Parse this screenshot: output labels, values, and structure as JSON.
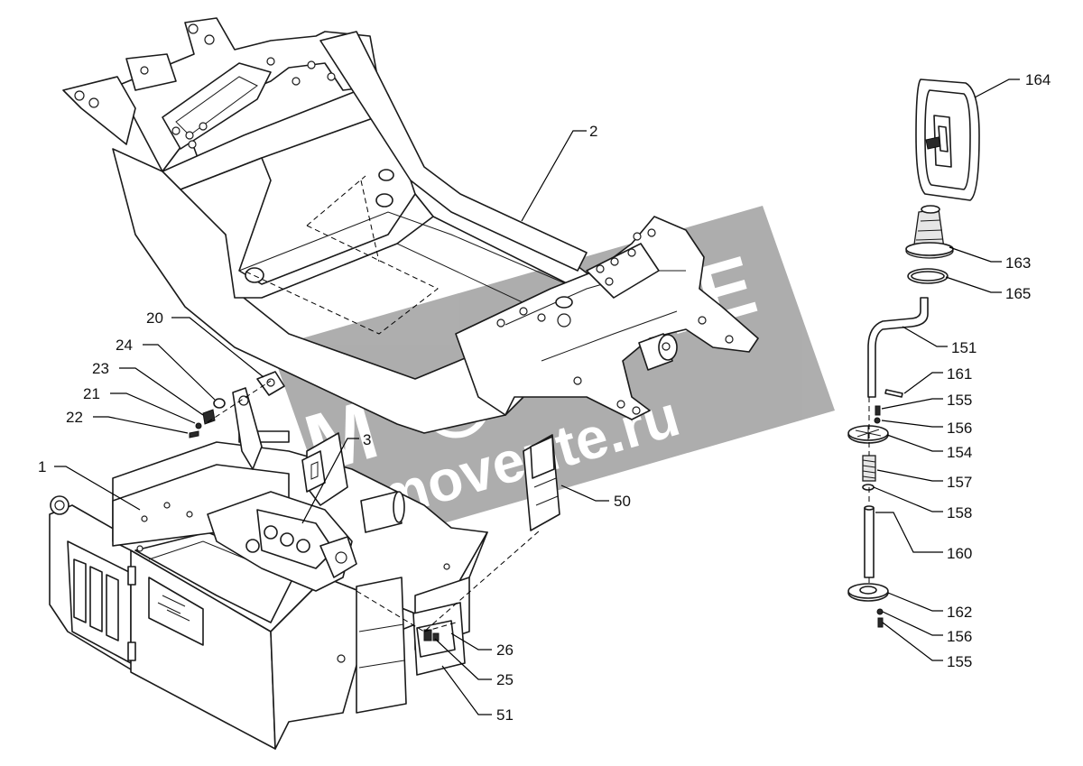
{
  "labels": {
    "l1": "1",
    "l2": "2",
    "l3": "3",
    "l20": "20",
    "l21": "21",
    "l22": "22",
    "l23": "23",
    "l24": "24",
    "l25": "25",
    "l26": "26",
    "l50": "50",
    "l51": "51",
    "l151": "151",
    "l154": "154",
    "l155a": "155",
    "l155b": "155",
    "l156a": "156",
    "l156b": "156",
    "l157": "157",
    "l158": "158",
    "l160": "160",
    "l161": "161",
    "l162": "162",
    "l163": "163",
    "l164": "164",
    "l165": "165"
  },
  "watermark": {
    "logo_left": "M",
    "logo_right": "VENTE",
    "url": "movente.ru",
    "band_color": "#9c9c9c"
  }
}
